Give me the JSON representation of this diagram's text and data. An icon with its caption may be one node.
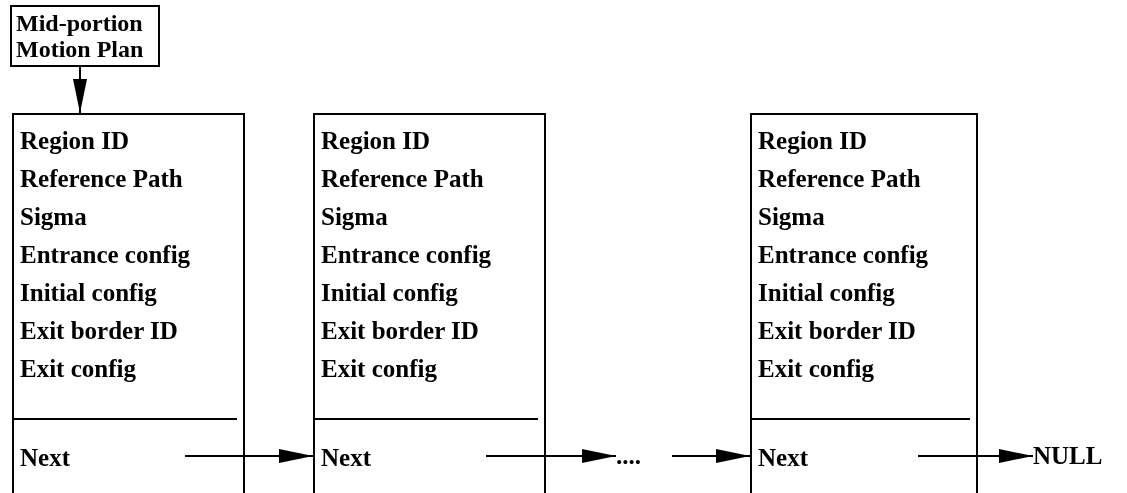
{
  "diagram": {
    "nodes": [
      {
        "text": [
          "Mid-portion Motion Plan"
        ]
      },
      {
        "text": [
          "Region ID",
          "Reference Path",
          "Sigma",
          "Entrance config",
          "Initial config",
          "Exit border ID",
          "Exit config",
          "Next"
        ]
      },
      {
        "text": [
          "Region ID",
          "Reference Path",
          "Sigma",
          "Entrance config",
          "Initial config",
          "Exit border ID",
          "Exit config",
          "Next"
        ]
      },
      {
        "text": [
          "...."
        ]
      },
      {
        "text": [
          "Region ID",
          "Reference Path",
          "Sigma",
          "Entrance config",
          "Initial config",
          "Exit border ID",
          "Exit config",
          "Next"
        ]
      },
      {
        "text": [
          "NULL"
        ]
      }
    ],
    "edges": [
      {
        "from": 0,
        "to": 1,
        "arrow": "to"
      },
      {
        "from": 1,
        "to": 2,
        "arrow": "to"
      },
      {
        "from": 2,
        "to": 3,
        "arrow": "to"
      },
      {
        "from": 3,
        "to": 4,
        "arrow": "to"
      },
      {
        "from": 4,
        "to": 5,
        "arrow": "to"
      }
    ]
  }
}
